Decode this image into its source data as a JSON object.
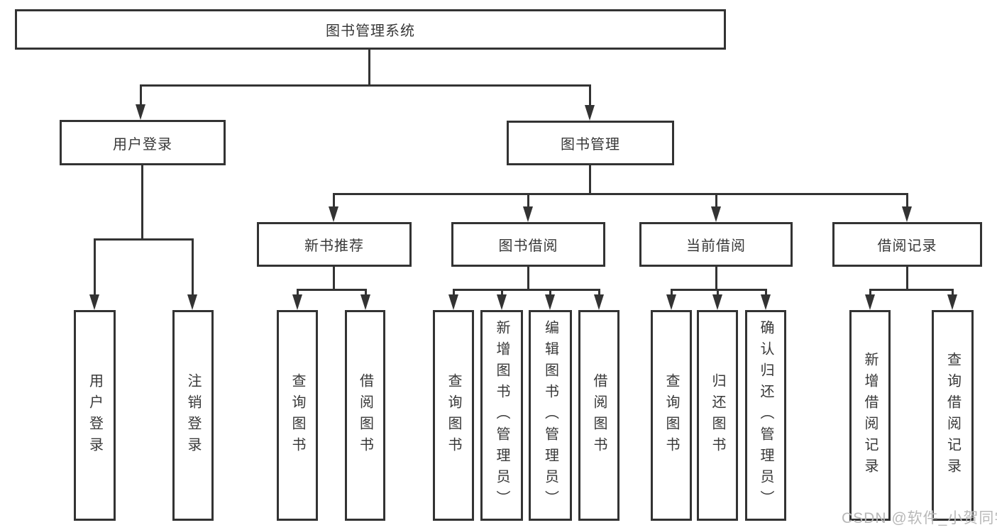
{
  "tree": {
    "label": "图书管理系统",
    "children": [
      {
        "label": "用户登录",
        "children": [
          {
            "label": "用户登录"
          },
          {
            "label": "注销登录"
          }
        ]
      },
      {
        "label": "图书管理",
        "children": [
          {
            "label": "新书推荐",
            "children": [
              {
                "label": "查询图书"
              },
              {
                "label": "借阅图书"
              }
            ]
          },
          {
            "label": "图书借阅",
            "children": [
              {
                "label": "查询图书"
              },
              {
                "label": "新增图书（管理员）"
              },
              {
                "label": "编辑图书（管理员）"
              },
              {
                "label": "借阅图书"
              }
            ]
          },
          {
            "label": "当前借阅",
            "children": [
              {
                "label": "查询图书"
              },
              {
                "label": "归还图书"
              },
              {
                "label": "确认归还（管理员）"
              }
            ]
          },
          {
            "label": "借阅记录",
            "children": [
              {
                "label": "新增借阅记录"
              },
              {
                "label": "查询借阅记录"
              }
            ]
          }
        ]
      }
    ]
  },
  "watermark": "CSDN @软件_小贺同学",
  "colors": {
    "line": "#333333",
    "text": "#383838",
    "watermark": "#b8b8b8",
    "background": "#ffffff"
  }
}
